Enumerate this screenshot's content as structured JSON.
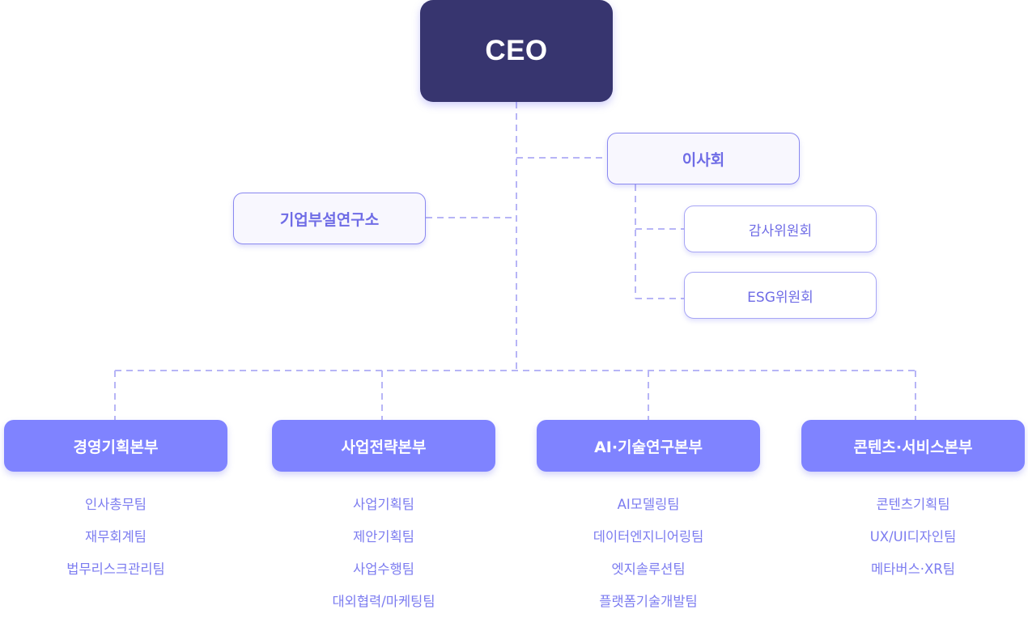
{
  "ceo": {
    "label": "CEO"
  },
  "board": {
    "label": "이사회"
  },
  "research_lab": {
    "label": "기업부설연구소"
  },
  "committees": [
    {
      "label": "감사위원회"
    },
    {
      "label": "ESG위원회"
    }
  ],
  "divisions": [
    {
      "label": "경영기획본부",
      "teams": [
        "인사총무팀",
        "재무회계팀",
        "법무리스크관리팀"
      ]
    },
    {
      "label": "사업전략본부",
      "teams": [
        "사업기획팀",
        "제안기획팀",
        "사업수행팀",
        "대외협력/마케팅팀"
      ]
    },
    {
      "label": "AI·기술연구본부",
      "teams": [
        "AI모델링팀",
        "데이터엔지니어링팀",
        "엣지솔루션팀",
        "플랫폼기술개발팀"
      ]
    },
    {
      "label": "콘텐츠·서비스본부",
      "teams": [
        "콘텐츠기획팀",
        "UX/UI디자인팀",
        "메타버스·XR팀"
      ]
    }
  ],
  "colors": {
    "ceo": "#37356f",
    "division": "#7f83ff",
    "accent_text": "#6f6ce6",
    "connector": "#b7b5f6",
    "light_box": "#f8f7fe"
  }
}
